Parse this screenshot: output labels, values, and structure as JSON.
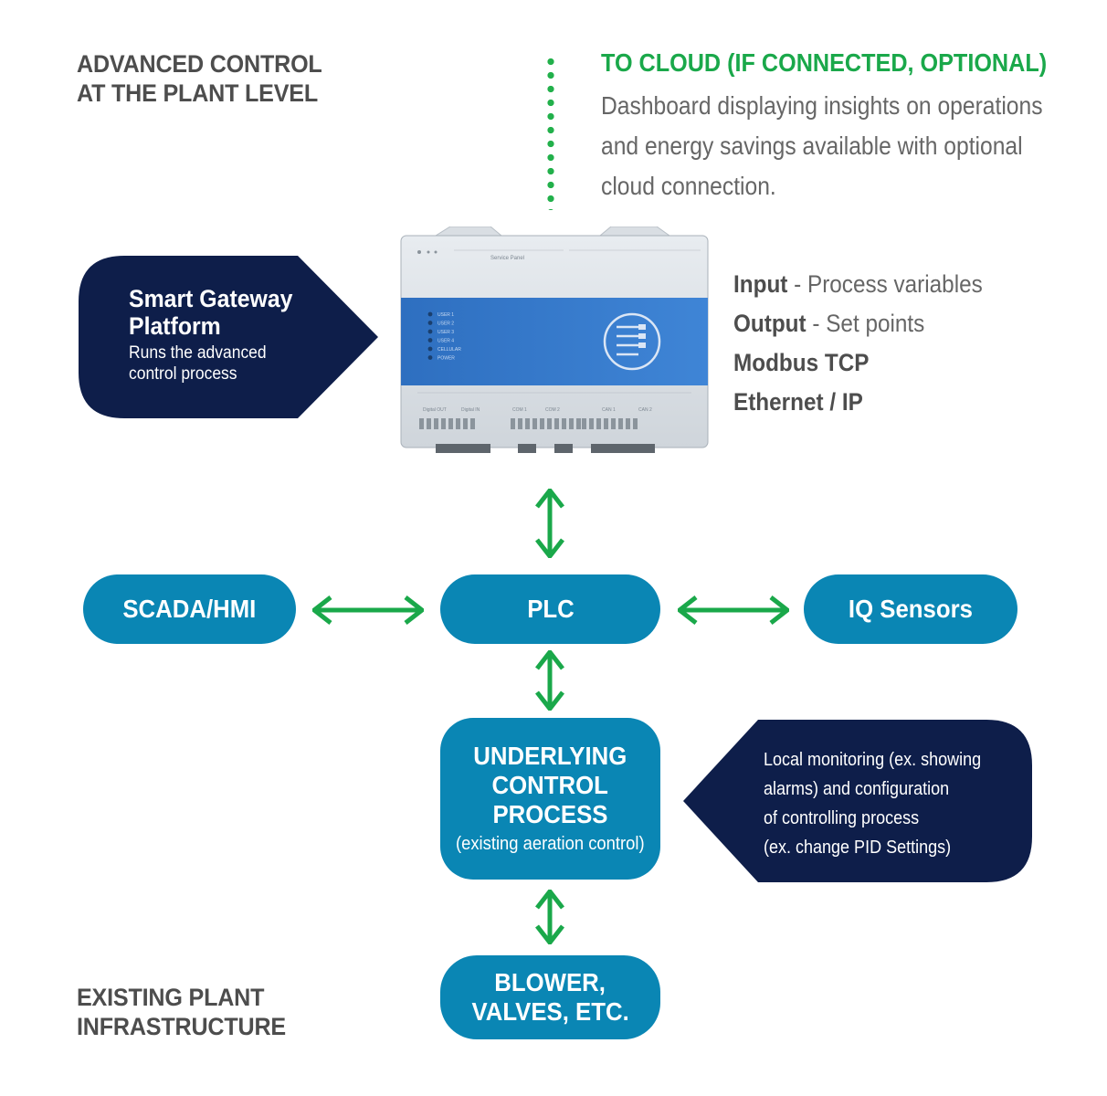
{
  "headings": {
    "top": [
      "ADVANCED CONTROL",
      "AT THE PLANT LEVEL"
    ],
    "bottom": [
      "EXISTING PLANT",
      "INFRASTRUCTURE"
    ]
  },
  "cloud": {
    "title": "TO CLOUD (IF CONNECTED, OPTIONAL)",
    "description": [
      "Dashboard displaying insights on operations",
      "and energy savings available with optional",
      "cloud connection."
    ]
  },
  "gateway_callout": {
    "title": [
      "Smart Gateway",
      "Platform"
    ],
    "subtitle": [
      "Runs the advanced",
      "control process"
    ]
  },
  "io": [
    {
      "bold": "Input",
      "rest": " - Process variables"
    },
    {
      "bold": "Output",
      "rest": " - Set points"
    },
    {
      "bold": "Modbus TCP",
      "rest": ""
    },
    {
      "bold": "Ethernet / IP",
      "rest": ""
    }
  ],
  "nodes": {
    "scada": "SCADA/HMI",
    "plc": "PLC",
    "iq": "IQ Sensors",
    "underlying": [
      "UNDERLYING",
      "CONTROL",
      "PROCESS"
    ],
    "underlying_sub": "(existing aeration control)",
    "blower": [
      "BLOWER,",
      "VALVES, ETC."
    ]
  },
  "local_callout": [
    "Local monitoring (ex. showing",
    "alarms) and configuration",
    "of controlling process",
    "(ex. change PID Settings)"
  ],
  "device": {
    "service_panel": "Service Panel",
    "leds": [
      "USER 1",
      "USER 2",
      "USER 3",
      "USER 4",
      "CELLULAR",
      "POWER"
    ],
    "bottom_labels": [
      "Digital OUT",
      "Digital IN",
      "COM 1",
      "COM 2",
      "CAN 1",
      "CAN 2"
    ]
  },
  "colors": {
    "navy": "#0e1e4a",
    "blue": "#0a86b4",
    "green": "#1aa84a",
    "gray": "#666666"
  }
}
